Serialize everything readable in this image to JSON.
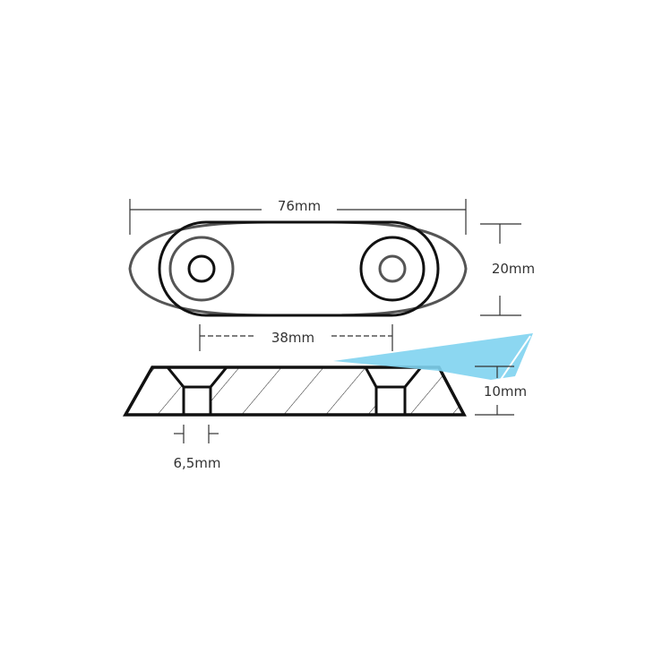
{
  "dimensions": {
    "length": "76mm",
    "width": "20mm",
    "hole_spacing": "38mm",
    "height": "10mm",
    "hole_diameter": "6,5mm"
  },
  "colors": {
    "outline": "#111111",
    "accent": "#7fd3f0"
  }
}
